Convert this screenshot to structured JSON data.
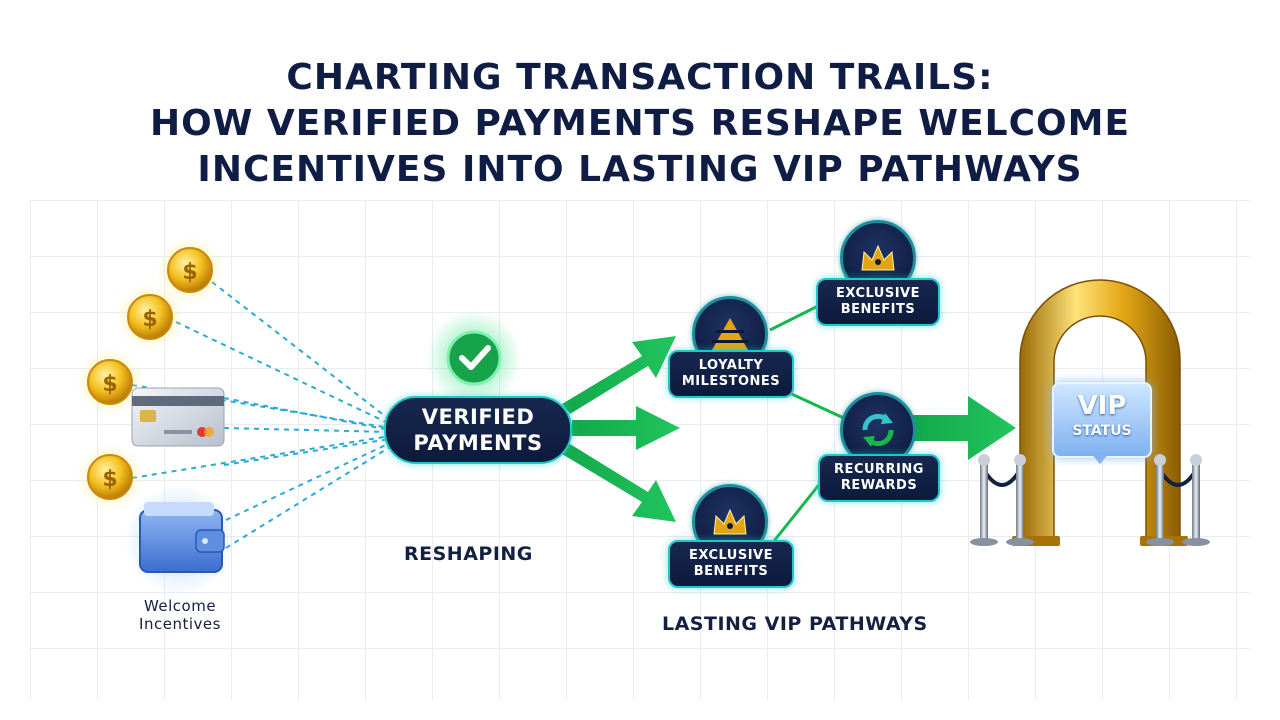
{
  "title_lines": [
    "CHARTING TRANSACTION TRAILS:",
    "HOW VERIFIED PAYMENTS RESHAPE WELCOME",
    "INCENTIVES INTO LASTING VIP PATHWAYS"
  ],
  "sources": {
    "label_line1": "Welcome",
    "label_line2": "Incentives",
    "icons": [
      "coin-icon",
      "coin-icon",
      "coin-icon",
      "coin-icon",
      "credit-card-icon",
      "wallet-icon"
    ],
    "coin_symbol": "$"
  },
  "hub": {
    "line1": "VERIFIED",
    "line2": "PAYMENTS",
    "icon": "checkmark-icon"
  },
  "reshaping_label": "RESHAPING",
  "nodes": {
    "loyalty": {
      "line1": "LOYALTY",
      "line2": "MILESTONES",
      "icon": "pyramid-icon"
    },
    "exclusive_top": {
      "line1": "EXCLUSIVE",
      "line2": "BENEFITS",
      "icon": "crown-icon"
    },
    "recurring": {
      "line1": "RECURRING",
      "line2": "REWARDS",
      "icon": "refresh-icon"
    },
    "exclusive_bottom": {
      "line1": "EXCLUSIVE",
      "line2": "BENEFITS",
      "icon": "crown-icon"
    }
  },
  "pathways_label": "LASTING VIP PATHWAYS",
  "vip": {
    "line1": "VIP",
    "line2": "STATUS",
    "icon": "arch-icon"
  },
  "colors": {
    "navy": "#0f1d45",
    "teal": "#1fc8c8",
    "green": "#16b84e",
    "gold": "#e2a514",
    "dashed_line": "#29a9d6"
  }
}
